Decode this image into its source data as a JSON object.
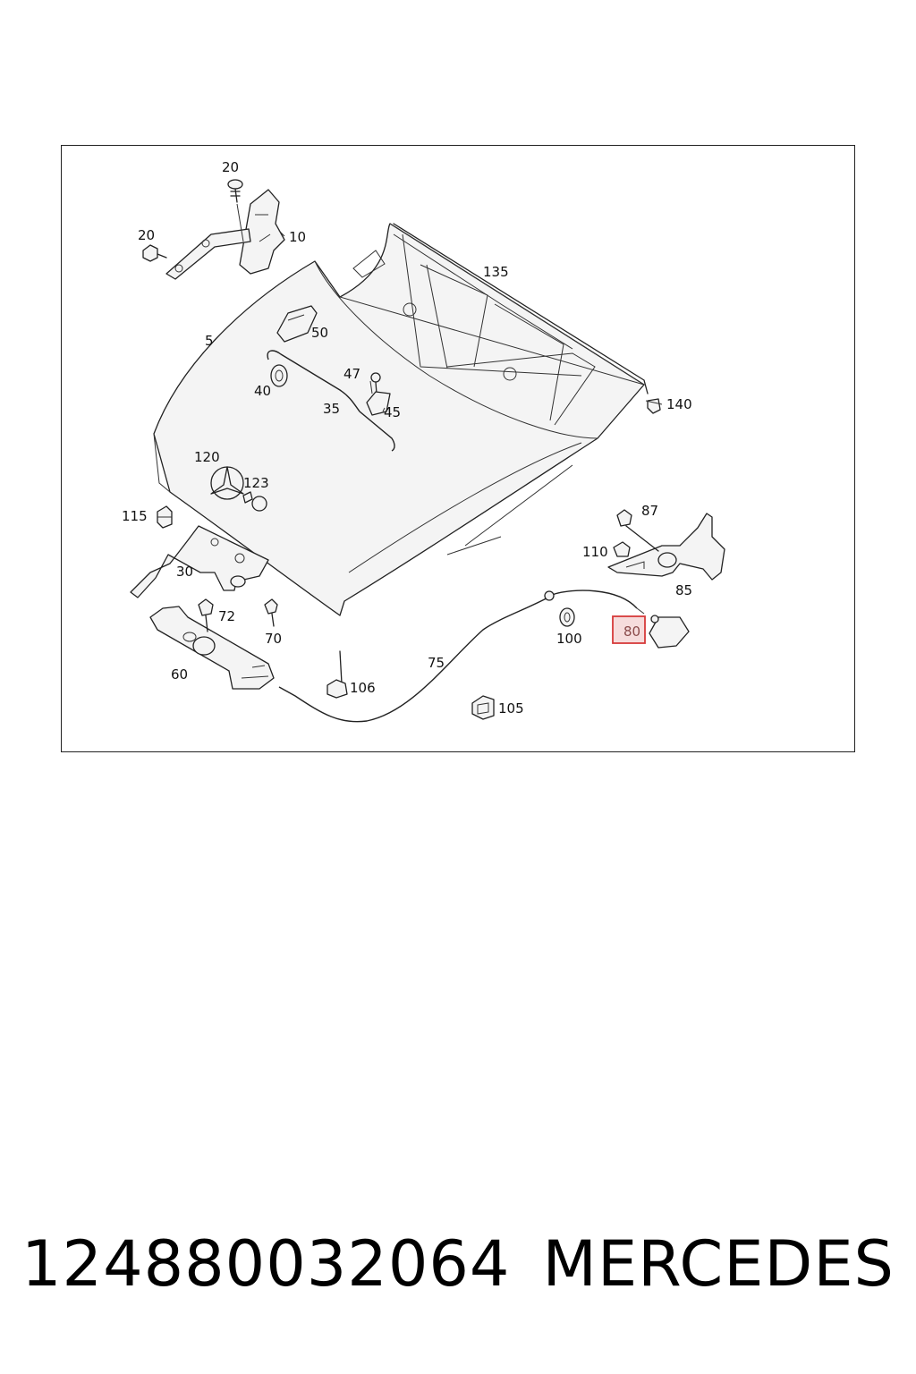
{
  "diagram": {
    "labels": {
      "l20a": "20",
      "l20b": "20",
      "l10": "10",
      "l135": "135",
      "l5": "5",
      "l50": "50",
      "l47": "47",
      "l40": "40",
      "l35": "35",
      "l45": "45",
      "l140": "140",
      "l120": "120",
      "l123": "123",
      "l115": "115",
      "l87": "87",
      "l110": "110",
      "l30": "30",
      "l85": "85",
      "l72": "72",
      "l70": "70",
      "l100": "100",
      "l80": "80",
      "l75": "75",
      "l60": "60",
      "l106": "106",
      "l105": "105"
    },
    "highlighted_part": "80",
    "highlight_color": "#d63a3a"
  },
  "footer": {
    "part_number": "12488003206​4",
    "brand": "MERCEDES"
  }
}
